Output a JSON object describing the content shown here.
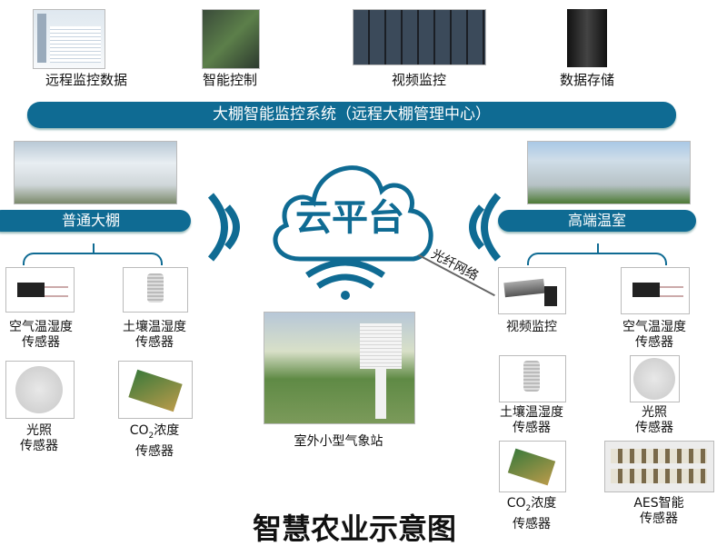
{
  "top": {
    "items": [
      {
        "label": "远程监控数据",
        "icon": "monitoring-data-screenshot"
      },
      {
        "label": "智能控制",
        "icon": "smart-control-screenshot"
      },
      {
        "label": "视频监控",
        "icon": "video-wall-photo"
      },
      {
        "label": "数据存储",
        "icon": "server-photo"
      }
    ],
    "banner": "大棚智能监控系统（远程大棚管理中心）"
  },
  "cloud": {
    "label": "云平台"
  },
  "network": {
    "label": "光纤网络"
  },
  "left": {
    "title": "普通大棚",
    "sensors": [
      {
        "line1": "空气温湿度",
        "line2": "传感器"
      },
      {
        "line1": "土壤温湿度",
        "line2": "传感器"
      },
      {
        "line1": "光照",
        "line2": "传感器"
      },
      {
        "line1_pre": "CO",
        "line1_sub": "2",
        "line1_post": "浓度",
        "line2": "传感器"
      }
    ]
  },
  "center": {
    "station": "室外小型气象站"
  },
  "right": {
    "title": "高端温室",
    "devices": [
      {
        "line1": "视频监控"
      },
      {
        "line1": "空气温湿度",
        "line2": "传感器"
      },
      {
        "line1": "土壤温湿度",
        "line2": "传感器"
      },
      {
        "line1": "光照",
        "line2": "传感器"
      },
      {
        "line1_pre": "CO",
        "line1_sub": "2",
        "line1_post": "浓度",
        "line2": "传感器"
      },
      {
        "line1": "AES智能",
        "line2": "传感器"
      }
    ]
  },
  "title": "智慧农业示意图",
  "colors": {
    "accent": "#0f6b93"
  }
}
